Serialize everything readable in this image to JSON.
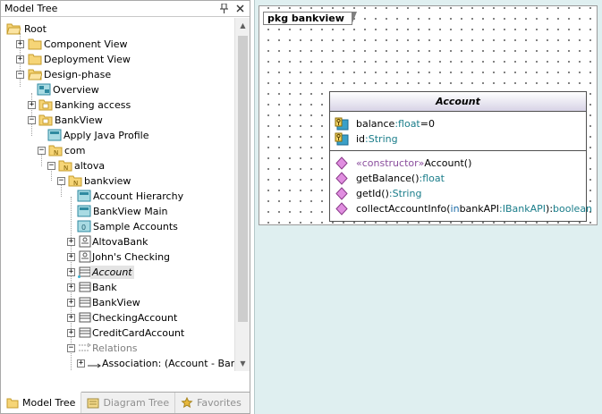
{
  "model_tree": {
    "title": "Model Tree",
    "pin_glyph": "❙",
    "close_glyph": "✕",
    "items": [
      {
        "label": "Root"
      },
      {
        "label": "Component View"
      },
      {
        "label": "Deployment View"
      },
      {
        "label": "Design-phase"
      },
      {
        "label": "Overview"
      },
      {
        "label": "Banking access"
      },
      {
        "label": "BankView"
      },
      {
        "label": "Apply Java Profile"
      },
      {
        "label": "com"
      },
      {
        "label": "altova"
      },
      {
        "label": "bankview"
      },
      {
        "label": "Account Hierarchy"
      },
      {
        "label": "BankView Main"
      },
      {
        "label": "Sample Accounts"
      },
      {
        "label": "AltovaBank"
      },
      {
        "label": "John's Checking"
      },
      {
        "label": "Account"
      },
      {
        "label": "Bank"
      },
      {
        "label": "BankView"
      },
      {
        "label": "CheckingAccount"
      },
      {
        "label": "CreditCardAccount"
      },
      {
        "label": "Relations"
      },
      {
        "label": "Association:  (Account - Ban"
      }
    ]
  },
  "tabs": [
    {
      "label": "Model Tree",
      "icon": "folder-icon"
    },
    {
      "label": "Diagram Tree",
      "icon": "diagram-tree-icon"
    },
    {
      "label": "Favorites",
      "icon": "star-icon"
    }
  ],
  "diagram": {
    "package_label": "pkg bankview",
    "class_name": "Account",
    "attributes": [
      {
        "name": "balance",
        "sep": ":",
        "type": "float",
        "default": "=0"
      },
      {
        "name": "id",
        "sep": ":",
        "type": "String"
      }
    ],
    "operations": [
      {
        "stereotype": "«constructor»",
        "name": " Account()"
      },
      {
        "name": "getBalance()",
        "sep": ":",
        "type": "float"
      },
      {
        "name": "getId()",
        "sep": ":",
        "type": "String"
      },
      {
        "name": "collectAccountInfo(",
        "kw": "in",
        "param": " bankAPI",
        "sep": ":",
        "ptype": "IBankAPI",
        "close": "):",
        "type": "boolean"
      }
    ]
  },
  "colors": {
    "selection": "#e4e4e4",
    "keyword": "#1a6aa6",
    "type": "#1a7d8a",
    "stereotype": "#8a4d9d",
    "diagram_background": "#dfeff0"
  }
}
